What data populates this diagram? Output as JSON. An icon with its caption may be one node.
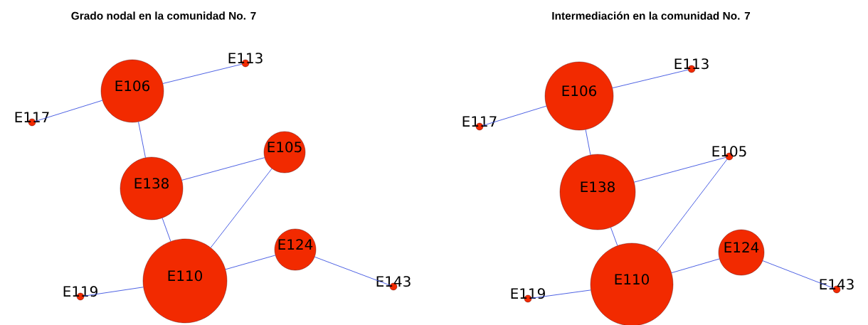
{
  "diagram": {
    "labels": [
      "Grado nodal en la comunidad No. 7",
      "Intermediación en la comunidad No. 7"
    ],
    "nodes": [
      {
        "text": [
          "E113"
        ]
      },
      {
        "text": [
          "E106"
        ]
      },
      {
        "text": [
          "E117"
        ]
      },
      {
        "text": [
          "E105"
        ]
      },
      {
        "text": [
          "E138"
        ]
      },
      {
        "text": [
          "E124"
        ]
      },
      {
        "text": [
          "E110"
        ]
      },
      {
        "text": [
          "E143"
        ]
      },
      {
        "text": [
          "E119"
        ]
      },
      {
        "text": [
          "E113"
        ]
      },
      {
        "text": [
          "E106"
        ]
      },
      {
        "text": [
          "E117"
        ]
      },
      {
        "text": [
          "E105"
        ]
      },
      {
        "text": [
          "E138"
        ]
      },
      {
        "text": [
          "E124"
        ]
      },
      {
        "text": [
          "E110"
        ]
      },
      {
        "text": [
          "E143"
        ]
      },
      {
        "text": [
          "E119"
        ]
      }
    ],
    "edges": [
      {
        "from": 1,
        "to": 0,
        "arrow": "none"
      },
      {
        "from": 1,
        "to": 2,
        "arrow": "none"
      },
      {
        "from": 1,
        "to": 4,
        "arrow": "none"
      },
      {
        "from": 4,
        "to": 3,
        "arrow": "none"
      },
      {
        "from": 4,
        "to": 6,
        "arrow": "none"
      },
      {
        "from": 3,
        "to": 6,
        "arrow": "none"
      },
      {
        "from": 6,
        "to": 5,
        "arrow": "none"
      },
      {
        "from": 5,
        "to": 7,
        "arrow": "none"
      },
      {
        "from": 6,
        "to": 8,
        "arrow": "none"
      },
      {
        "from": 10,
        "to": 9,
        "arrow": "none"
      },
      {
        "from": 10,
        "to": 11,
        "arrow": "none"
      },
      {
        "from": 10,
        "to": 13,
        "arrow": "none"
      },
      {
        "from": 13,
        "to": 12,
        "arrow": "none"
      },
      {
        "from": 13,
        "to": 15,
        "arrow": "none"
      },
      {
        "from": 12,
        "to": 15,
        "arrow": "none"
      },
      {
        "from": 15,
        "to": 14,
        "arrow": "none"
      },
      {
        "from": 14,
        "to": 16,
        "arrow": "none"
      },
      {
        "from": 15,
        "to": 17,
        "arrow": "none"
      }
    ]
  }
}
